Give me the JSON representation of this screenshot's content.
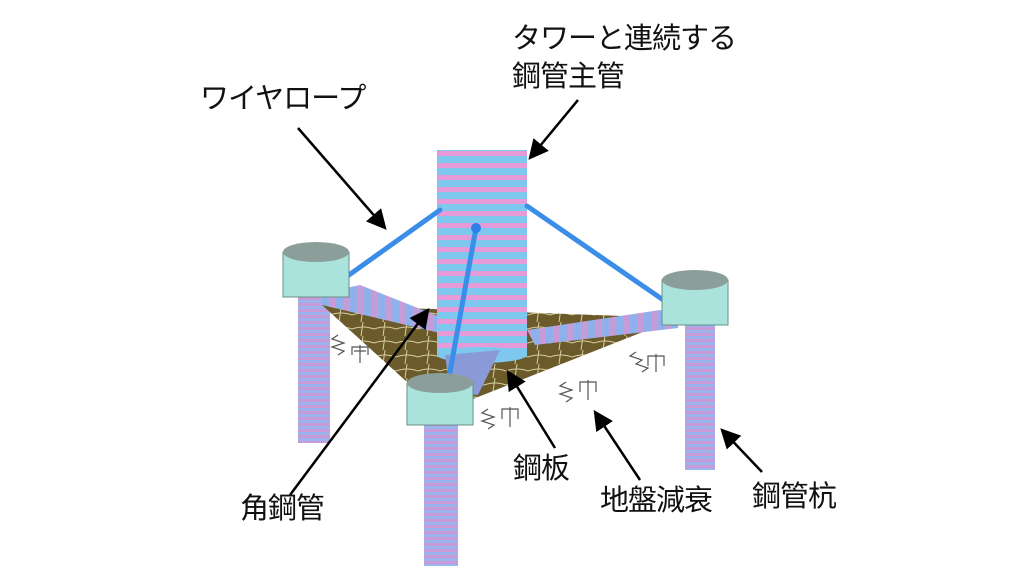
{
  "labels": {
    "main_pipe_line1": "タワーと連続する",
    "main_pipe_line2": "鋼管主管",
    "wire_rope": "ワイヤロープ",
    "square_pipe": "角鋼管",
    "steel_plate": "鋼板",
    "ground_damping": "地盤減衰",
    "steel_pile": "鋼管杭"
  },
  "colors": {
    "pipe_blue": "#7ec8f0",
    "pipe_pink": "#e79ad8",
    "cap": "#a9e3dc",
    "plate_mesh": "#6b5a2a",
    "wire": "#3a8ee8"
  }
}
